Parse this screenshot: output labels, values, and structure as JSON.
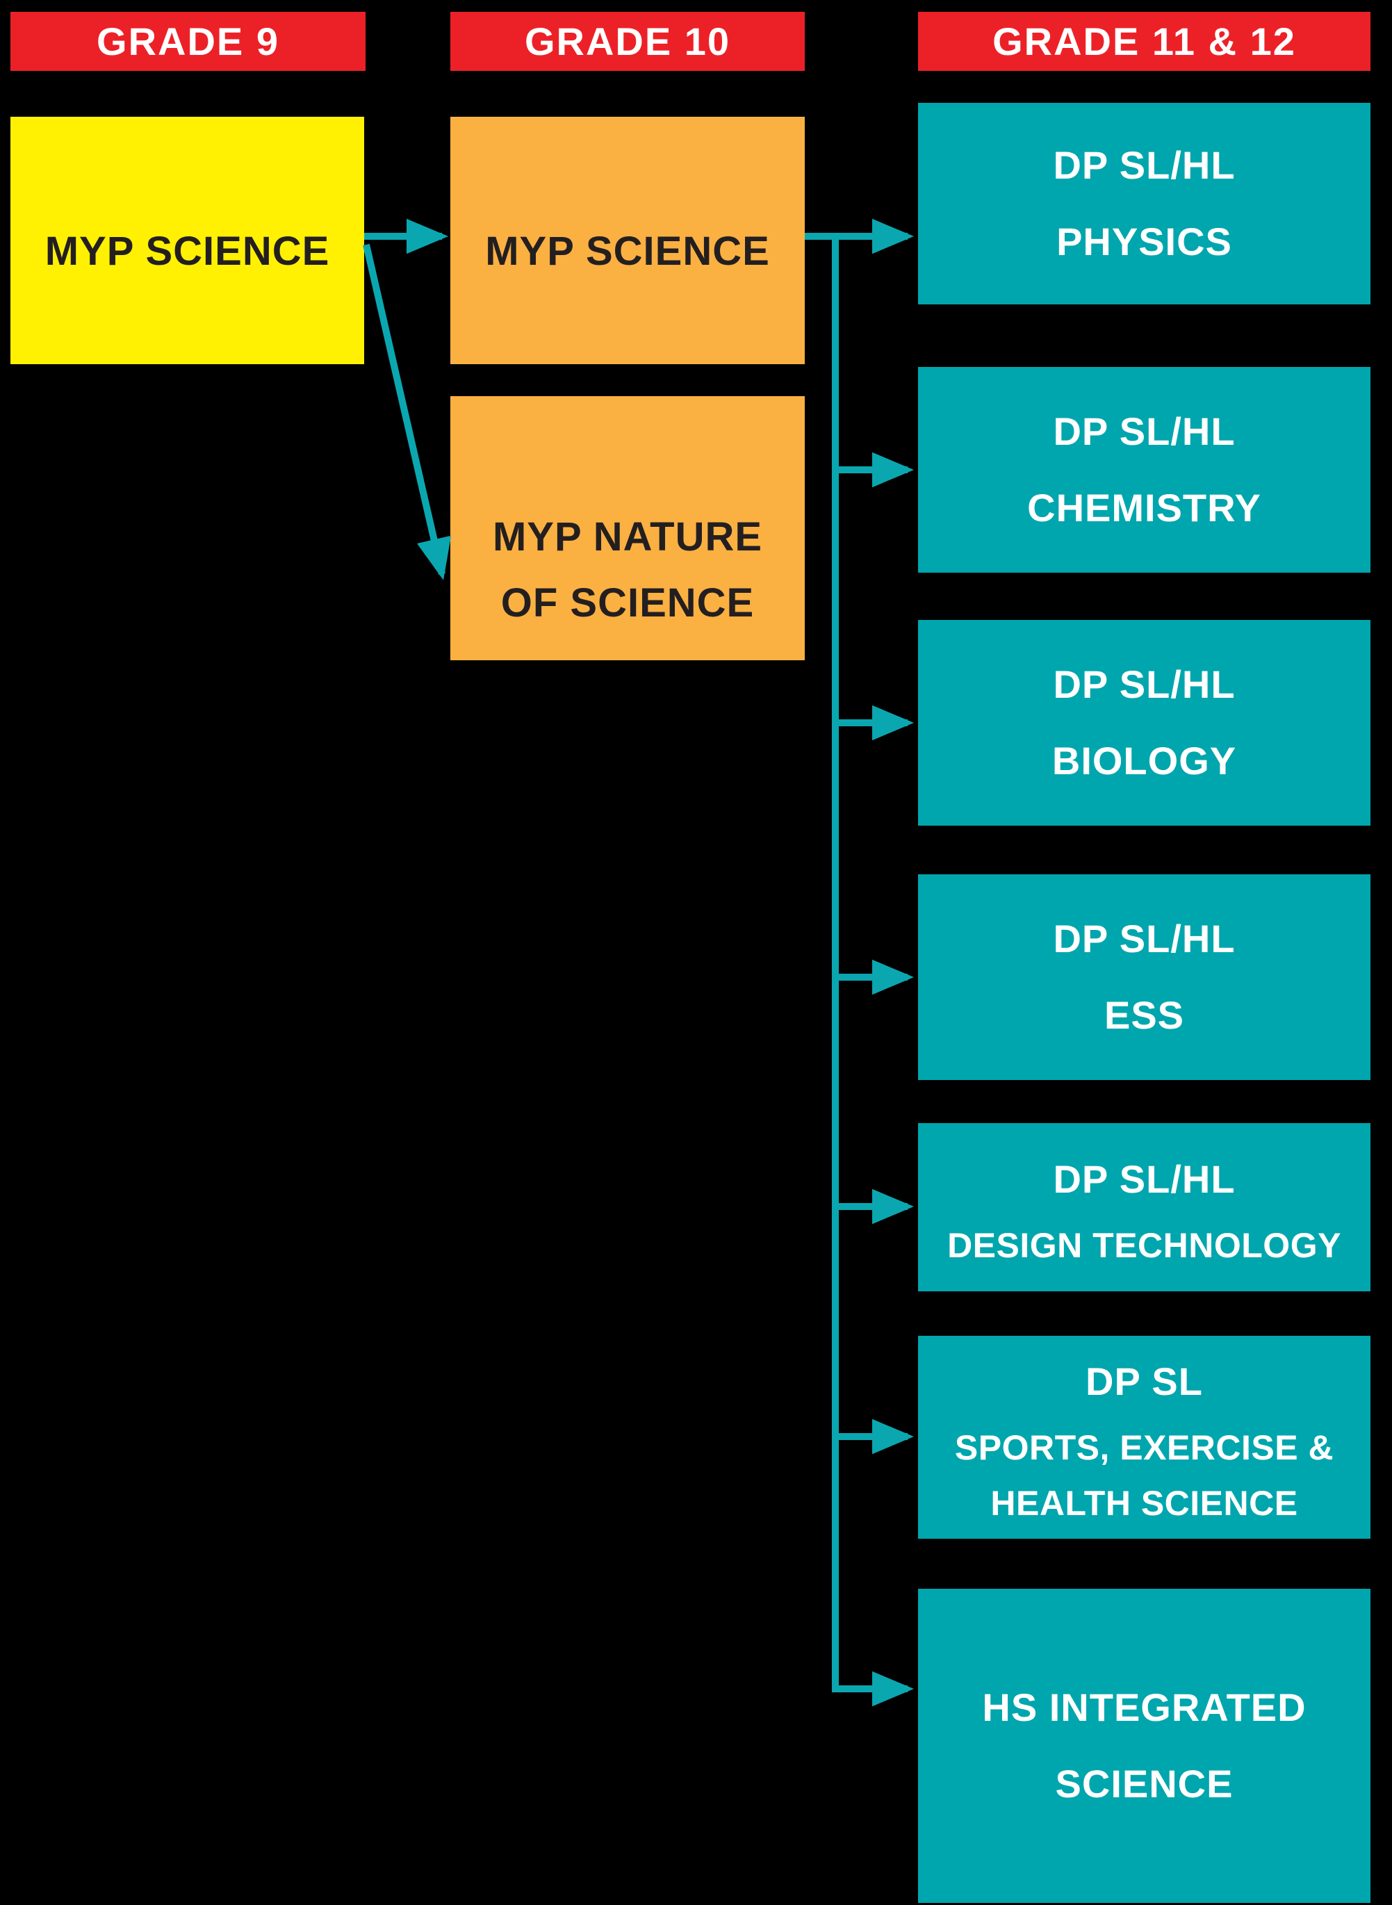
{
  "diagram_title": "Science course pathway flowchart",
  "colors": {
    "background": "#000000",
    "header_red": "#EC2127",
    "grade9_yellow": "#FFF101",
    "grade10_orange": "#FBB042",
    "grade11_12_teal": "#00A6AD",
    "arrow_teal": "#0BA7B0",
    "dark_text": "#231F20",
    "light_text": "#FFFFFF"
  },
  "headers": {
    "grade9": "GRADE 9",
    "grade10": "GRADE 10",
    "grade11_12": "GRADE 11 & 12"
  },
  "boxes": {
    "g9_myp_science": {
      "label": "MYP SCIENCE"
    },
    "g10_myp_science": {
      "label": "MYP SCIENCE"
    },
    "g10_myp_nature": {
      "line1": "MYP NATURE",
      "line2": "OF SCIENCE"
    },
    "dp_physics": {
      "line1": "DP SL/HL",
      "line2": "PHYSICS"
    },
    "dp_chemistry": {
      "line1": "DP SL/HL",
      "line2": "CHEMISTRY"
    },
    "dp_biology": {
      "line1": "DP SL/HL",
      "line2": "BIOLOGY"
    },
    "dp_ess": {
      "line1": "DP SL/HL",
      "line2": "ESS"
    },
    "dp_design_technology": {
      "line1": "DP SL/HL",
      "line2": "DESIGN TECHNOLOGY"
    },
    "dp_sports": {
      "line1": "DP SL",
      "line2": "SPORTS, EXERCISE &",
      "line3": "HEALTH SCIENCE"
    },
    "hs_integrated": {
      "line1": "HS INTEGRATED",
      "line2": "SCIENCE"
    }
  }
}
